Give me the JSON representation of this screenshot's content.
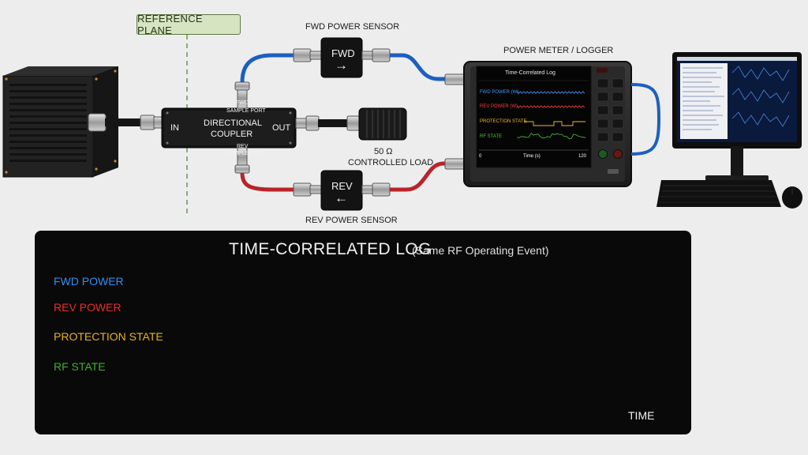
{
  "reference_plane": {
    "label": "REFERENCE PLANE"
  },
  "coupler": {
    "name_line1": "DIRECTIONAL",
    "name_line2": "COUPLER",
    "in_label": "IN",
    "out_label": "OUT",
    "fwd_port_line1": "FWD",
    "fwd_port_line2": "SAMPLE PORT",
    "rev_port_line1": "REV",
    "rev_port_line2": "SAMPLE PORT"
  },
  "sensors": {
    "fwd_caption": "FWD POWER SENSOR",
    "fwd_label": "FWD",
    "fwd_arrow": "→",
    "rev_caption": "REV POWER SENSOR",
    "rev_label": "REV",
    "rev_arrow": "←"
  },
  "load": {
    "line1": "50 Ω",
    "line2": "CONTROLLED LOAD"
  },
  "meter": {
    "caption": "POWER METER / LOGGER",
    "screen_title": "Time-Correlated Log",
    "fwd": "FWD POWER (W)",
    "rev": "REV POWER (W)",
    "prot": "PROTECTION STATE",
    "rf": "RF STATE",
    "axis_start": "0",
    "axis_end": "120",
    "axis_label": "Time (s)"
  },
  "log": {
    "title": "TIME-CORRELATED LOG",
    "subtitle": "(Same RF Operating Event)",
    "time_label": "TIME",
    "traces": [
      {
        "key": "fwd",
        "label": "FWD POWER",
        "color": "#2f8ff0"
      },
      {
        "key": "rev",
        "label": "REV POWER",
        "color": "#ea2b2b"
      },
      {
        "key": "prot",
        "label": "PROTECTION STATE",
        "color": "#e8b21f"
      },
      {
        "key": "rf",
        "label": "RF STATE",
        "color": "#3fae2d"
      }
    ]
  },
  "colors": {
    "fwd_cable": "#1d5fbf",
    "rev_cable": "#b8242a",
    "reference_plane_line": "#5f8f4a"
  }
}
